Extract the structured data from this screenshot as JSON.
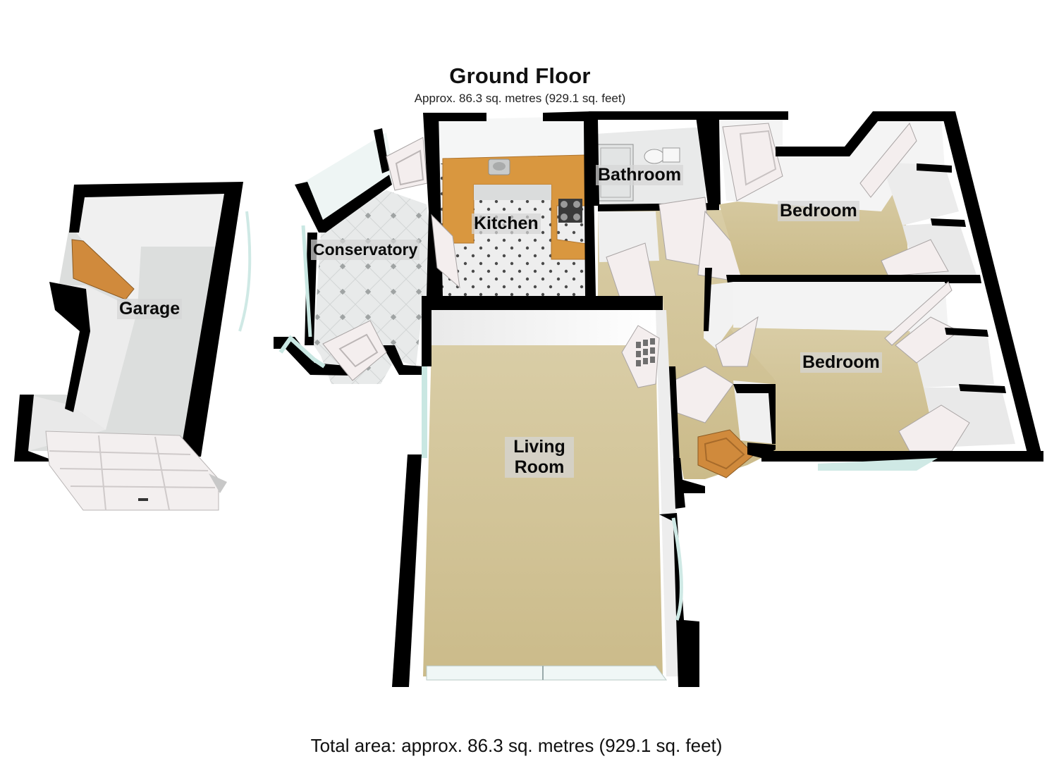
{
  "floor": {
    "title": "Ground Floor",
    "area_note": "Approx. 86.3 sq. metres (929.1 sq. feet)"
  },
  "rooms": {
    "garage": "Garage",
    "conservatory": "Conservatory",
    "kitchen": "Kitchen",
    "bathroom": "Bathroom",
    "bedroom_1": "Bedroom",
    "bedroom_2": "Bedroom",
    "living_room_line1": "Living",
    "living_room_line2": "Room"
  },
  "total_area": "Total area: approx. 86.3 sq. metres (929.1 sq. feet)",
  "colors": {
    "wall": "#000000",
    "carpet": "#d8cba0",
    "tile": "#e4e6e6",
    "counter": "#d9973f",
    "door": "#f4eeee",
    "wood_door": "#d08a3c",
    "wall_face": "#f2f2f2",
    "glass": "#cfe9e5"
  }
}
